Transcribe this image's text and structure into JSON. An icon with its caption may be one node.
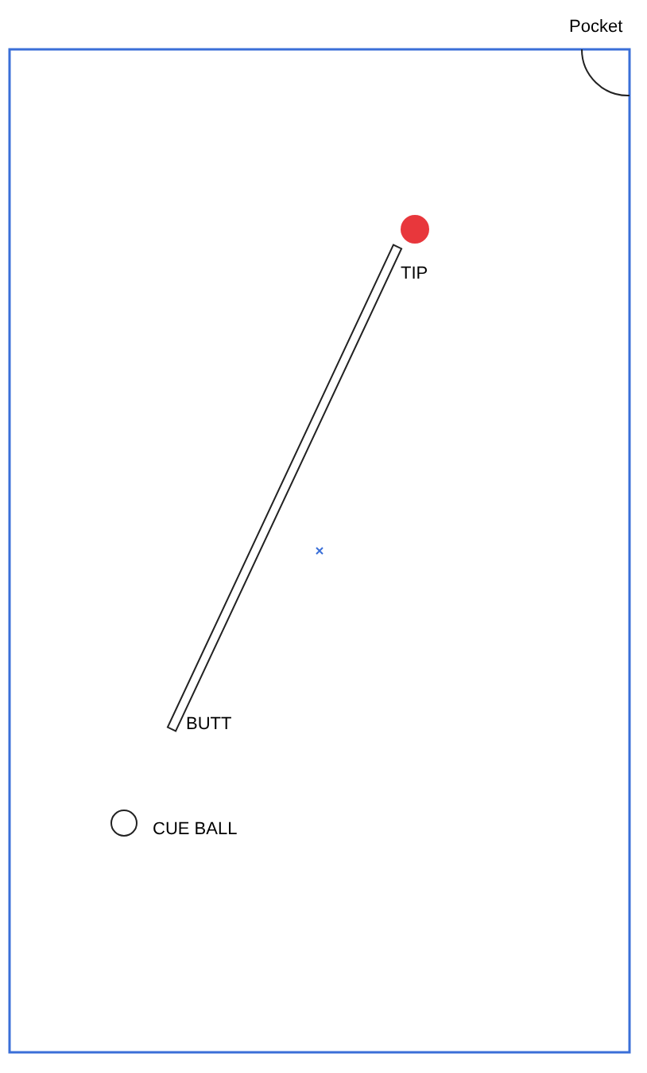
{
  "diagram": {
    "labels": [
      "Pocket",
      "TIP",
      "BUTT",
      "CUE BALL"
    ]
  }
}
